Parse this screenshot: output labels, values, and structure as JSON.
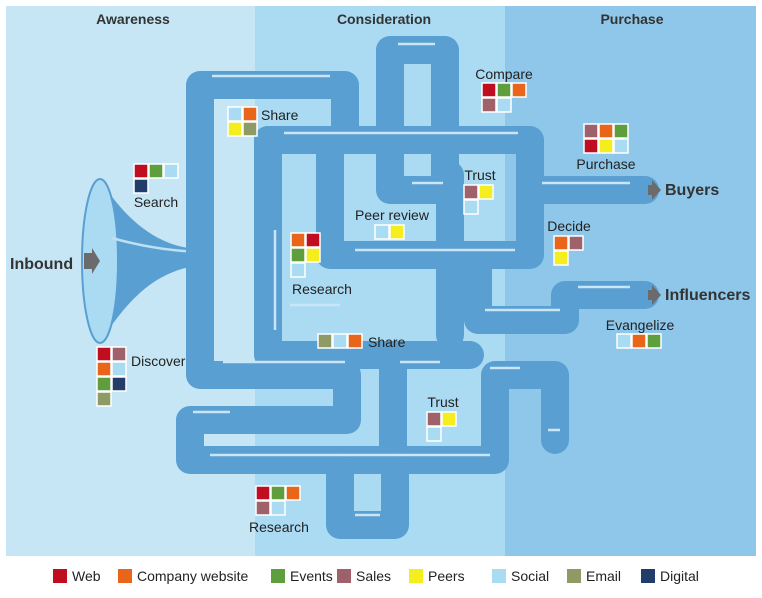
{
  "colors": {
    "web": "#c00d20",
    "company_website": "#e8651a",
    "events": "#5f9e3c",
    "sales": "#a0626a",
    "peers": "#f5ee1e",
    "social": "#a9dcf2",
    "email": "#8f9b65",
    "digital": "#233d6b",
    "pipe": "#5a9fd1",
    "bg_awareness": "#c6e6f6",
    "bg_consideration": "#aadbf3",
    "bg_purchase": "#8fc7ea"
  },
  "phases": {
    "awareness": "Awareness",
    "consideration": "Consideration",
    "purchase": "Purchase"
  },
  "endpoints": {
    "inbound": "Inbound",
    "buyers": "Buyers",
    "influencers": "Influencers"
  },
  "nodes": [
    {
      "id": "share1",
      "label": "Share",
      "channels": [
        "social",
        "company_website",
        "peers",
        "email"
      ]
    },
    {
      "id": "search",
      "label": "Search",
      "channels": [
        "web",
        "events",
        "social",
        "digital"
      ]
    },
    {
      "id": "research1",
      "label": "Research",
      "channels": [
        "company_website",
        "web",
        "events",
        "peers",
        "social"
      ]
    },
    {
      "id": "discover",
      "label": "Discover",
      "channels": [
        "web",
        "sales",
        "company_website",
        "social",
        "events",
        "digital",
        "email"
      ]
    },
    {
      "id": "peer_review",
      "label": "Peer review",
      "channels": [
        "social",
        "peers"
      ]
    },
    {
      "id": "share2",
      "label": "Share",
      "channels": [
        "email",
        "social",
        "company_website"
      ]
    },
    {
      "id": "compare",
      "label": "Compare",
      "channels": [
        "web",
        "events",
        "company_website",
        "sales",
        "social"
      ]
    },
    {
      "id": "trust1",
      "label": "Trust",
      "channels": [
        "sales",
        "peers",
        "social"
      ]
    },
    {
      "id": "purchase",
      "label": "Purchase",
      "channels": [
        "sales",
        "company_website",
        "events",
        "web",
        "peers",
        "social"
      ]
    },
    {
      "id": "decide",
      "label": "Decide",
      "channels": [
        "company_website",
        "sales",
        "peers"
      ]
    },
    {
      "id": "evangelize",
      "label": "Evangelize",
      "channels": [
        "social",
        "company_website",
        "events"
      ]
    },
    {
      "id": "trust2",
      "label": "Trust",
      "channels": [
        "sales",
        "peers",
        "social"
      ]
    },
    {
      "id": "research2",
      "label": "Research",
      "channels": [
        "web",
        "events",
        "company_website",
        "sales",
        "social"
      ]
    }
  ],
  "legend": [
    {
      "key": "web",
      "label": "Web"
    },
    {
      "key": "company_website",
      "label": "Company website"
    },
    {
      "key": "events",
      "label": "Events"
    },
    {
      "key": "sales",
      "label": "Sales"
    },
    {
      "key": "peers",
      "label": "Peers"
    },
    {
      "key": "social",
      "label": "Social"
    },
    {
      "key": "email",
      "label": "Email"
    },
    {
      "key": "digital",
      "label": "Digital"
    }
  ]
}
